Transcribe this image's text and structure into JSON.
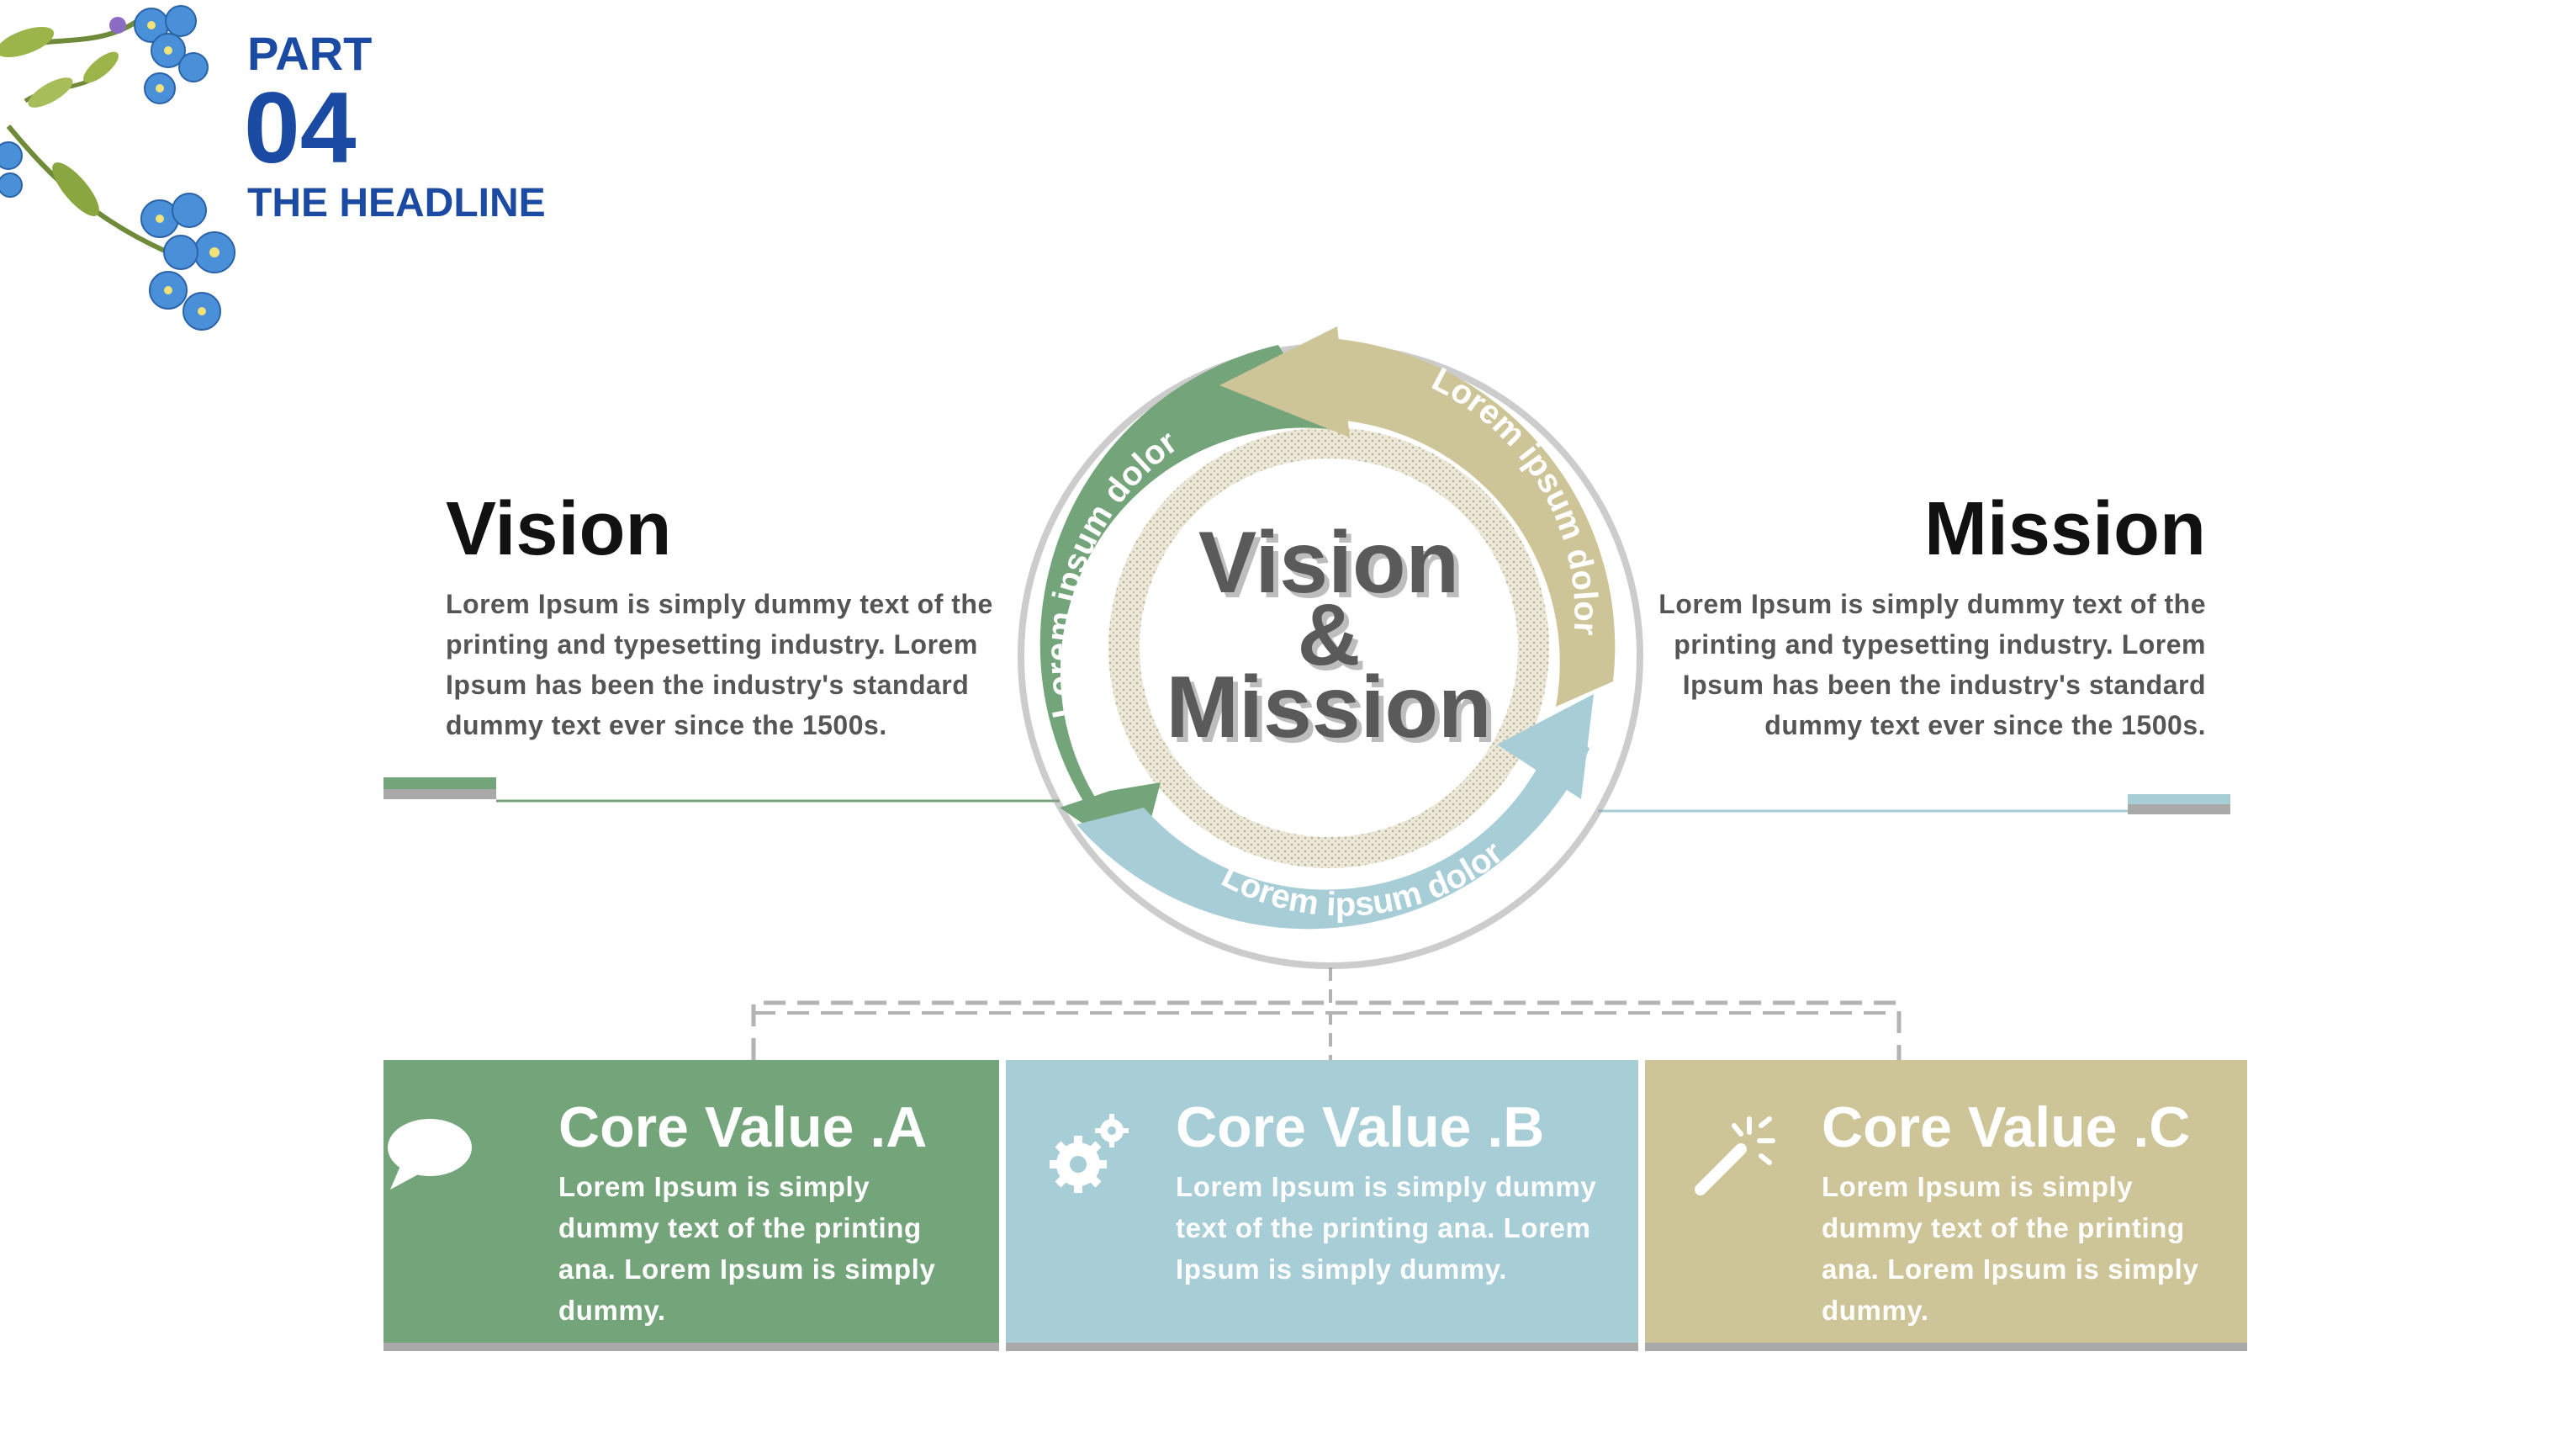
{
  "header": {
    "part_label": "PART",
    "part_number": "04",
    "headline": "THE HEADLINE"
  },
  "center": {
    "line1": "Vision",
    "line2": "&",
    "line3": "Mission",
    "arc_left": "Lorem ipsum dolor",
    "arc_right": "Lorem ipsum dolor",
    "arc_bottom": "Lorem ipsum dolor"
  },
  "vision": {
    "title": "Vision",
    "text": "Lorem Ipsum is simply dummy text of the printing and typesetting industry. Lorem Ipsum has been the industry's standard dummy text ever since the 1500s."
  },
  "mission": {
    "title": "Mission",
    "text": "Lorem Ipsum is simply dummy text of the printing and typesetting industry. Lorem Ipsum has been the industry's standard dummy text ever since the 1500s."
  },
  "core_values": [
    {
      "title": "Core Value .A",
      "text": "Lorem Ipsum is simply dummy text of the printing ana. Lorem Ipsum is simply dummy.",
      "icon": "speech-bubble-icon",
      "color": "#74a57a"
    },
    {
      "title": "Core Value .B",
      "text": "Lorem Ipsum is simply dummy text of the printing ana. Lorem Ipsum is simply dummy.",
      "icon": "gears-icon",
      "color": "#a7cdd7"
    },
    {
      "title": "Core Value .C",
      "text": "Lorem Ipsum is simply dummy text of the printing ana. Lorem Ipsum is simply dummy.",
      "icon": "magic-wand-icon",
      "color": "#cdc597"
    }
  ],
  "colors": {
    "brand_blue": "#1b4aa3",
    "green": "#74a57a",
    "blue": "#a7cdd7",
    "khaki": "#cdc597"
  }
}
